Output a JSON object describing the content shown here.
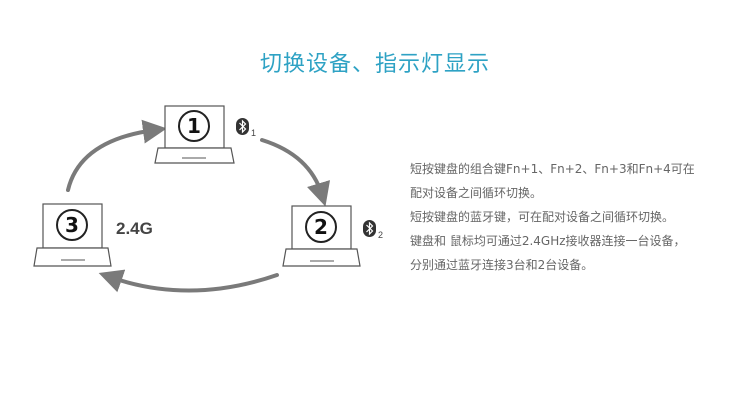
{
  "title": "切换设备、指示灯显示",
  "devices": [
    {
      "number": "1",
      "connection_index": "1"
    },
    {
      "number": "2",
      "connection_index": "2"
    },
    {
      "number": "3",
      "connection_label": "2.4G"
    }
  ],
  "icons": {
    "bluetooth": "bluetooth-icon",
    "laptop": "laptop-icon"
  },
  "colors": {
    "title": "#2ea2c4",
    "arrows": "#7a7a7a",
    "text": "#666666"
  },
  "description": [
    "短按键盘的组合键Fn+1、Fn+2、Fn+3和Fn+4可在",
    "配对设备之间循环切换。",
    "短按键盘的蓝牙键，可在配对设备之间循环切换。",
    "键盘和 鼠标均可通过2.4GHz接收器连接一台设备，",
    "分别通过蓝牙连接3台和2台设备。"
  ]
}
